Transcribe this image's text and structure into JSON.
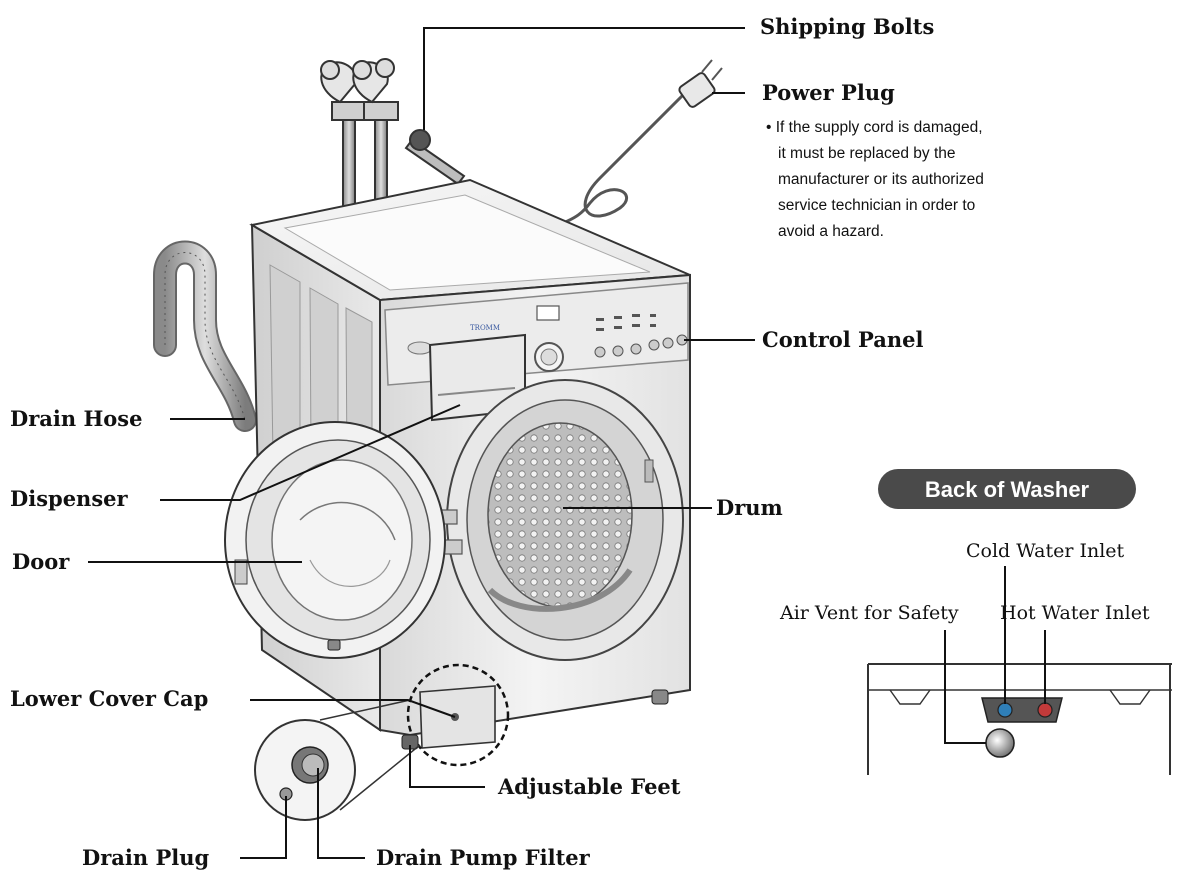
{
  "labels": {
    "shipping_bolts": "Shipping Bolts",
    "power_plug": "Power Plug",
    "power_plug_note": [
      "• If the supply cord is damaged,",
      "it must be replaced by the",
      "manufacturer or its authorized",
      "service technician in order to",
      "avoid a hazard."
    ],
    "control_panel": "Control Panel",
    "drain_hose": "Drain Hose",
    "dispenser": "Dispenser",
    "door": "Door",
    "drum": "Drum",
    "lower_cover_cap": "Lower Cover Cap",
    "adjustable_feet": "Adjustable Feet",
    "drain_plug": "Drain Plug",
    "drain_pump_filter": "Drain Pump Filter"
  },
  "back_of_washer": {
    "title": "Back of Washer",
    "cold_water_inlet": "Cold Water Inlet",
    "air_vent": "Air Vent for Safety",
    "hot_water_inlet": "Hot Water Inlet"
  },
  "colors": {
    "badge_bg": "#4a4a4a",
    "leader": "#111111",
    "cold_inlet": "#2f7fb8",
    "hot_inlet": "#c23a3a"
  }
}
